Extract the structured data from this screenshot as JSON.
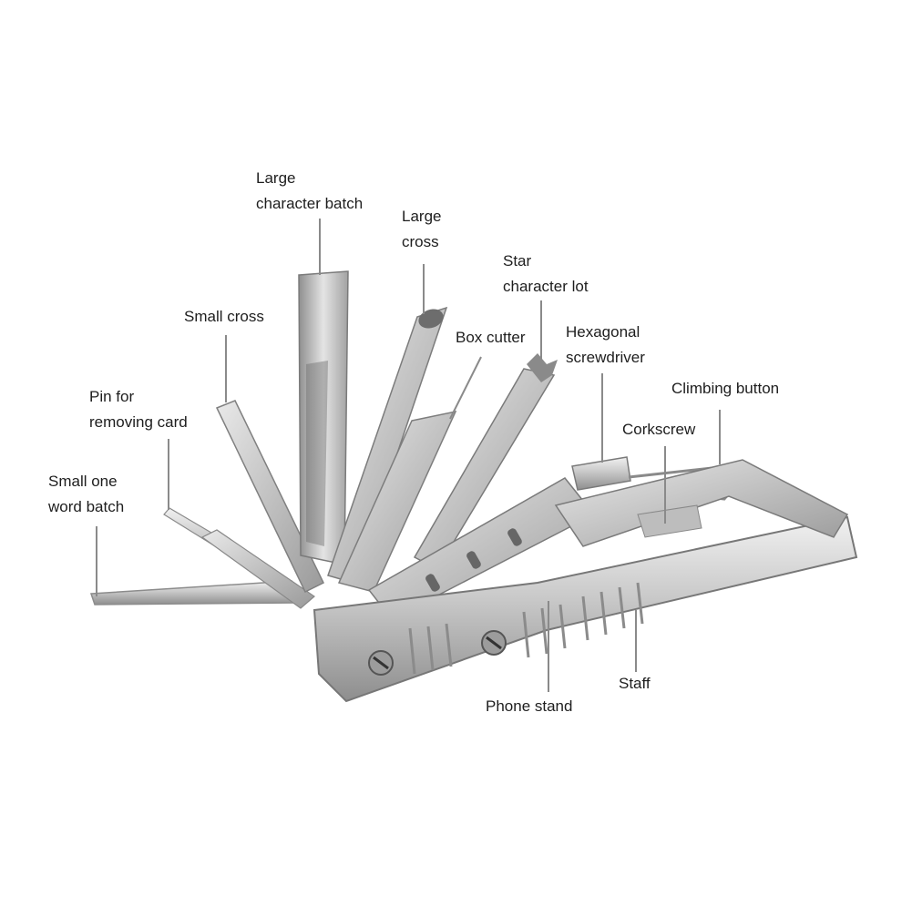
{
  "labels": {
    "large_character_batch": [
      "Large",
      "character batch"
    ],
    "large_cross": [
      "Large",
      "cross"
    ],
    "star_character_lot": [
      "Star",
      "character lot"
    ],
    "small_cross": [
      "Small cross"
    ],
    "box_cutter": [
      "Box cutter"
    ],
    "hexagonal_screwdriver": [
      "Hexagonal",
      "screwdriver"
    ],
    "climbing_button": [
      "Climbing button"
    ],
    "pin_for_removing_card": [
      "Pin for",
      "removing card"
    ],
    "corkscrew": [
      "Corkscrew"
    ],
    "small_one_word_batch": [
      "Small one",
      "word batch"
    ],
    "staff": [
      "Staff"
    ],
    "phone_stand": [
      "Phone stand"
    ]
  },
  "colors": {
    "steel_light": "#e2e2e2",
    "steel_mid": "#b9b9b9",
    "steel_dark": "#7c7c7c",
    "leader_line": "#8a8a8a",
    "text": "#1e1e1e"
  }
}
